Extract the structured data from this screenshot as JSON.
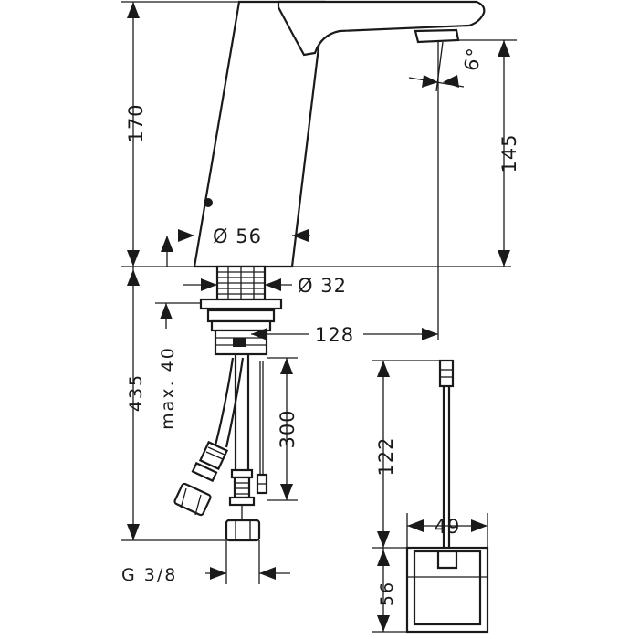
{
  "dimensions": {
    "h170": "170",
    "h145": "145",
    "angle": "6°",
    "dia56": "Ø 56",
    "dia32": "Ø 32",
    "d128": "128",
    "h435": "435",
    "max40": "max. 40",
    "h300": "300",
    "h122": "122",
    "w49": "49",
    "h56": "56",
    "thread": "G 3/8"
  }
}
